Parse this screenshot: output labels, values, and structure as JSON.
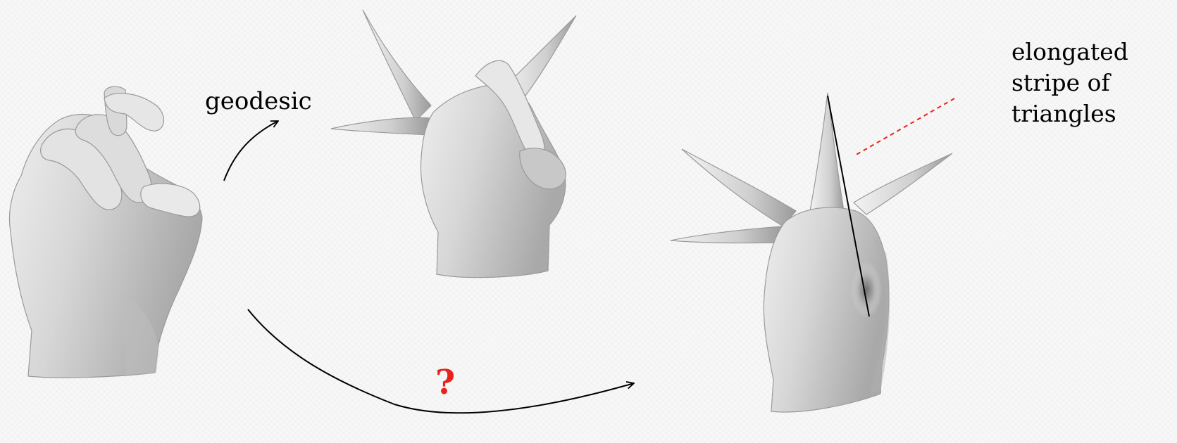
{
  "labels": {
    "geodesic": "geodesic",
    "annotation_line1": "elongated",
    "annotation_line2": "stripe of",
    "annotation_line3": "triangles",
    "question": "?"
  },
  "colors": {
    "question": "#e8221c",
    "annotation_leader": "#e8221c",
    "arrow": "#000000",
    "mesh_light": "#f6f6f6",
    "mesh_mid": "#cfcfcf",
    "mesh_dark": "#8e8e8e"
  },
  "shapes": {
    "left": "hand-mesh",
    "middle": "deformed-mesh-geodesic",
    "right": "deformed-mesh-spikes"
  }
}
